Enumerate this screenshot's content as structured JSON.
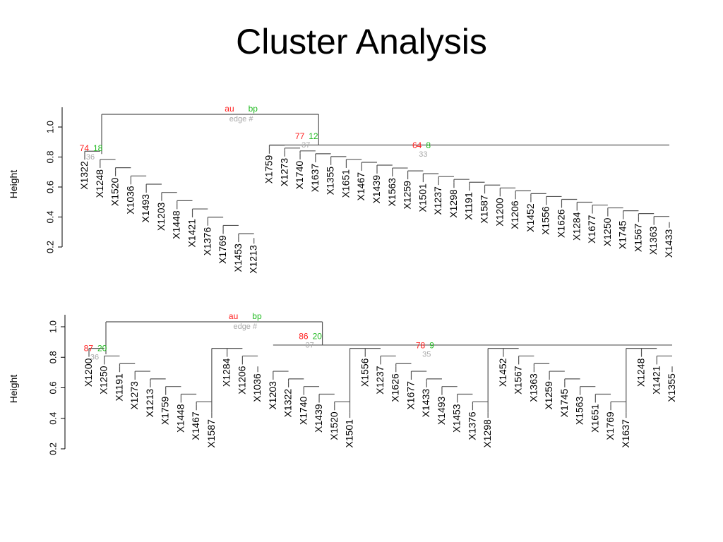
{
  "title": "Cluster Analysis",
  "y_axis_label": "Height",
  "y_ticks": [
    "0.2",
    "0.4",
    "0.6",
    "0.8",
    "1.0"
  ],
  "legend": {
    "au": "au",
    "bp": "bp",
    "edge": "edge #"
  },
  "colors": {
    "au": "#ff2020",
    "bp": "#22bb22",
    "edge": "#a8a8a8",
    "branch": "#555555"
  },
  "dendrograms": [
    {
      "leaves": [
        "X1322",
        "X1248",
        "X1520",
        "X1036",
        "X1493",
        "X1203",
        "X1448",
        "X1421",
        "X1376",
        "X1769",
        "X1453",
        "X1213",
        "X1759",
        "X1273",
        "X1740",
        "X1637",
        "X1355",
        "X1651",
        "X1467",
        "X1439",
        "X1563",
        "X1259",
        "X1501",
        "X1237",
        "X1298",
        "X1191",
        "X1587",
        "X1200",
        "X1206",
        "X1452",
        "X1556",
        "X1626",
        "X1284",
        "X1677",
        "X1250",
        "X1745",
        "X1567",
        "X1363",
        "X1433"
      ],
      "root_labels": {
        "au": "77",
        "bp": "12",
        "edge": "37"
      },
      "left_labels": {
        "au": "74",
        "bp": "18",
        "edge": "36"
      },
      "right_labels": {
        "au": "64",
        "bp": "8",
        "edge": "33"
      }
    },
    {
      "leaves": [
        "X1200",
        "X1250",
        "X1191",
        "X1273",
        "X1213",
        "X1759",
        "X1448",
        "X1467",
        "X1587",
        "X1284",
        "X1206",
        "X1036",
        "X1203",
        "X1322",
        "X1740",
        "X1439",
        "X1520",
        "X1501",
        "X1556",
        "X1237",
        "X1626",
        "X1677",
        "X1433",
        "X1493",
        "X1453",
        "X1376",
        "X1298",
        "X1452",
        "X1567",
        "X1363",
        "X1259",
        "X1745",
        "X1563",
        "X1651",
        "X1769",
        "X1637",
        "X1248",
        "X1421",
        "X1355"
      ],
      "root_labels": {
        "au": "86",
        "bp": "20",
        "edge": "37"
      },
      "left_labels": {
        "au": "87",
        "bp": "20",
        "edge": "36"
      },
      "right_labels": {
        "au": "78",
        "bp": "9",
        "edge": "35"
      }
    }
  ]
}
